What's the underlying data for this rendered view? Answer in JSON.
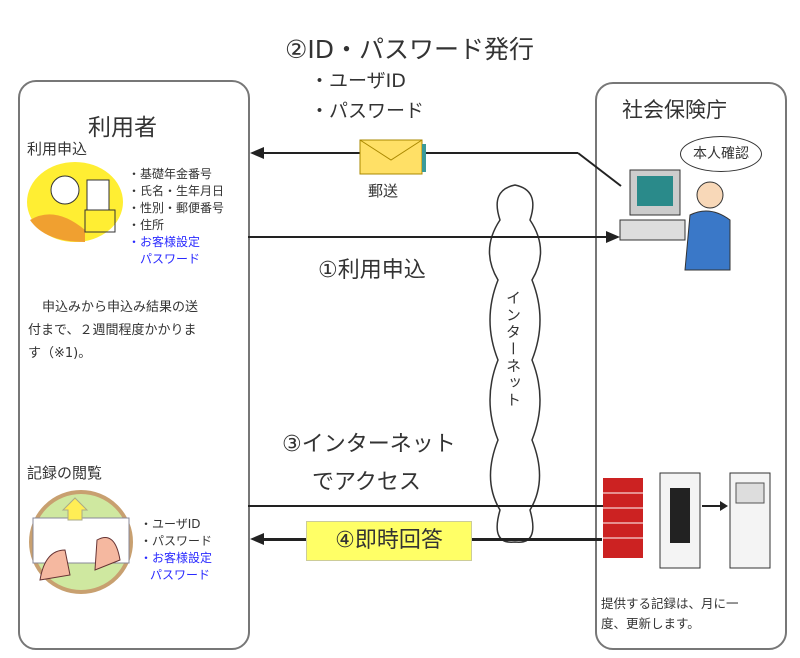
{
  "title": {
    "step2": "②ID・パスワード発行",
    "items": [
      "・ユーザID",
      "・パスワード"
    ]
  },
  "user": {
    "heading": "利用者",
    "apply_label": "利用申込",
    "apply_items": [
      "・基礎年金番号",
      "・氏名・生年月日",
      "・性別・郵便番号",
      "・住所"
    ],
    "apply_custom": [
      "・お客様設定",
      "パスワード"
    ],
    "note": [
      "申込みから申込み結果の送",
      "付まで、２週間程度かかりま",
      "す（※1)。"
    ],
    "view_label": "記録の閲覧",
    "view_items": [
      "・ユーザID",
      "・パスワード"
    ],
    "view_custom": [
      "・お客様設定",
      "パスワード"
    ]
  },
  "agency": {
    "heading": "社会保険庁",
    "bubble": "本人確認",
    "note": [
      "提供する記録は、月に一",
      "度、更新します。"
    ]
  },
  "flows": {
    "mail": "郵送",
    "step1": "①利用申込",
    "step3": [
      "③インターネット",
      "でアクセス"
    ],
    "step4": "④即時回答",
    "internet": "インターネット"
  },
  "colors": {
    "custom_text": "#2a2aff",
    "answer_bg": "#ffff66",
    "firewall": "#cc2222"
  }
}
